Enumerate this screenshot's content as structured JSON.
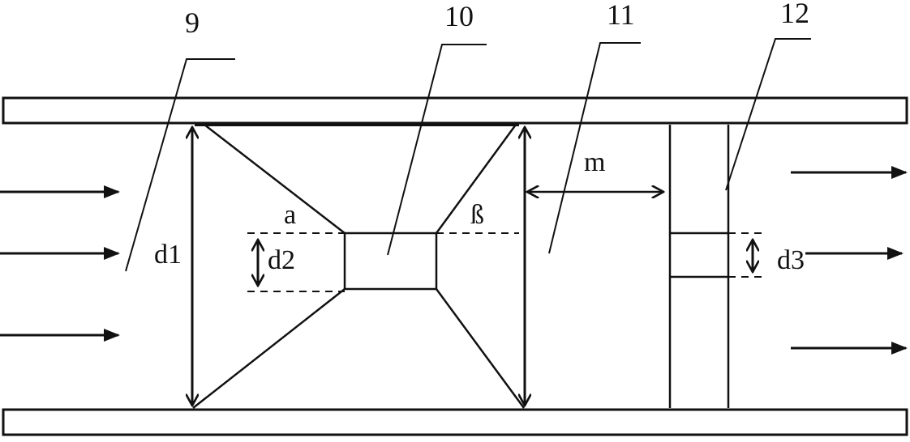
{
  "labels": {
    "part_9": "9",
    "part_10": "10",
    "part_11": "11",
    "part_12": "12",
    "d1": "d1",
    "d2": "d2",
    "d3": "d3",
    "m": "m",
    "alpha": "a",
    "beta": "ß"
  },
  "colors": {
    "line": "#111111",
    "background": "#ffffff"
  }
}
